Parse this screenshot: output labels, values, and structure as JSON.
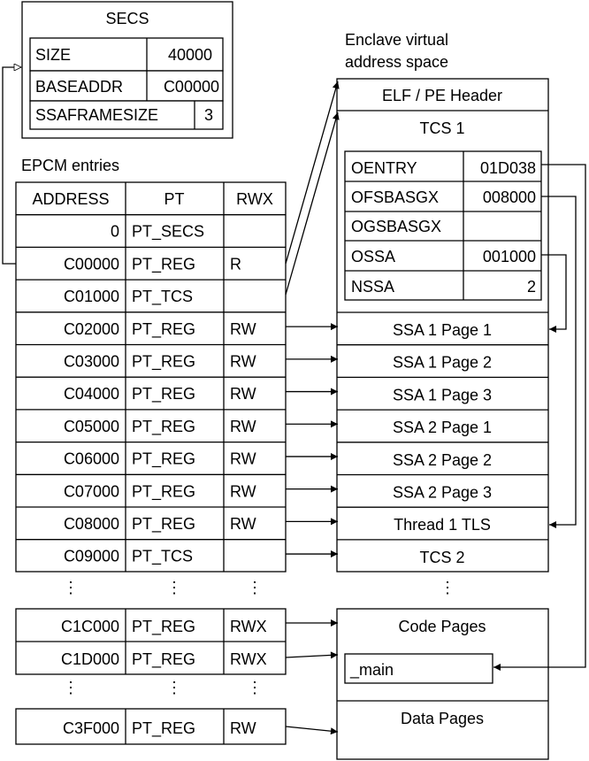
{
  "secs": {
    "title": "SECS",
    "rows": [
      {
        "field": "SIZE",
        "value": "40000"
      },
      {
        "field": "BASEADDR",
        "value": "C00000"
      },
      {
        "field": "SSAFRAMESIZE",
        "value": "3"
      }
    ]
  },
  "epcm": {
    "title": "EPCM entries",
    "headers": [
      "ADDRESS",
      "PT",
      "RWX"
    ],
    "rows": [
      {
        "address": "0",
        "pt": "PT_SECS",
        "rwx": ""
      },
      {
        "address": "C00000",
        "pt": "PT_REG",
        "rwx": "R"
      },
      {
        "address": "C01000",
        "pt": "PT_TCS",
        "rwx": ""
      },
      {
        "address": "C02000",
        "pt": "PT_REG",
        "rwx": "RW"
      },
      {
        "address": "C03000",
        "pt": "PT_REG",
        "rwx": "RW"
      },
      {
        "address": "C04000",
        "pt": "PT_REG",
        "rwx": "RW"
      },
      {
        "address": "C05000",
        "pt": "PT_REG",
        "rwx": "RW"
      },
      {
        "address": "C06000",
        "pt": "PT_REG",
        "rwx": "RW"
      },
      {
        "address": "C07000",
        "pt": "PT_REG",
        "rwx": "RW"
      },
      {
        "address": "C08000",
        "pt": "PT_REG",
        "rwx": "RW"
      },
      {
        "address": "C09000",
        "pt": "PT_TCS",
        "rwx": ""
      }
    ],
    "rows_b": [
      {
        "address": "C1C000",
        "pt": "PT_REG",
        "rwx": "RWX"
      },
      {
        "address": "C1D000",
        "pt": "PT_REG",
        "rwx": "RWX"
      }
    ],
    "rows_c": [
      {
        "address": "C3F000",
        "pt": "PT_REG",
        "rwx": "RW"
      }
    ],
    "ellipsis": "⋮"
  },
  "vas": {
    "title_line1": "Enclave virtual",
    "title_line2": "address space",
    "header": "ELF / PE Header",
    "tcs1": "TCS 1",
    "tcs_fields": [
      {
        "field": "OENTRY",
        "value": "01D038"
      },
      {
        "field": "OFSBASGX",
        "value": "008000"
      },
      {
        "field": "OGSBASGX",
        "value": ""
      },
      {
        "field": "OSSA",
        "value": "001000"
      },
      {
        "field": "NSSA",
        "value": "2"
      }
    ],
    "pages": [
      "SSA 1 Page 1",
      "SSA 1 Page 2",
      "SSA 1 Page 3",
      "SSA 2 Page 1",
      "SSA 2 Page 2",
      "SSA 2 Page 3",
      "Thread 1 TLS",
      "TCS 2"
    ],
    "code_pages": "Code Pages",
    "main_label": "_main",
    "data_pages": "Data Pages"
  }
}
